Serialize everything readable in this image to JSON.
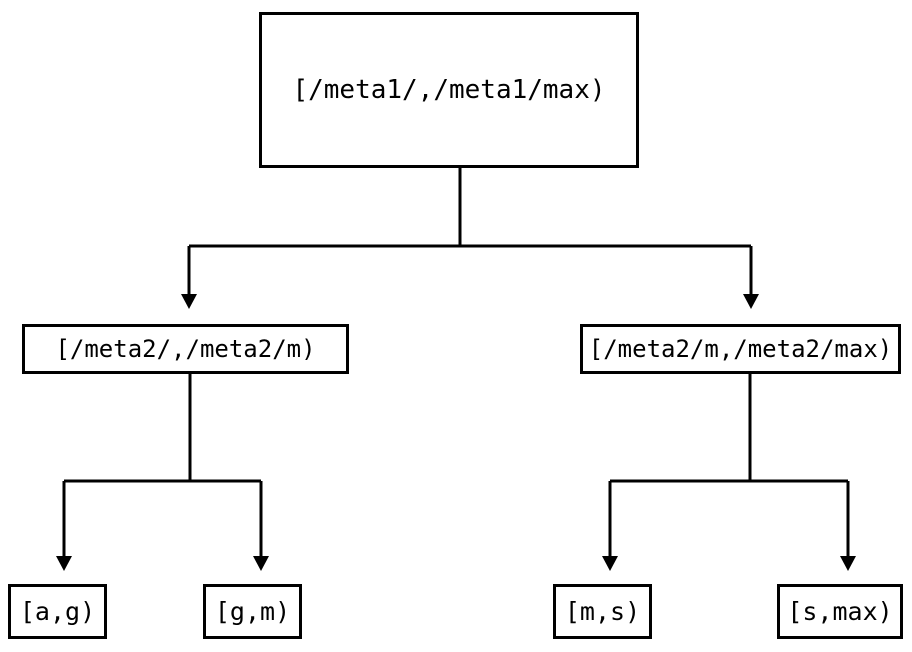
{
  "diagram": {
    "type": "binary-interval-tree",
    "orientation": "top-down",
    "background_color": "#ffffff",
    "line_color": "#000000",
    "text_color": "#000000",
    "nodes": {
      "root": {
        "label": "[/meta1/,/meta1/max)"
      },
      "mid_left": {
        "label": "[/meta2/,/meta2/m)"
      },
      "mid_right": {
        "label": "[/meta2/m,/meta2/max)"
      },
      "leaf_ag": {
        "label": "[a,g)"
      },
      "leaf_gm": {
        "label": "[g,m)"
      },
      "leaf_ms": {
        "label": "[m,s)"
      },
      "leaf_smax": {
        "label": "[s,max)"
      }
    },
    "edges": [
      {
        "from": "root",
        "to": "mid_left",
        "arrow": "down"
      },
      {
        "from": "root",
        "to": "mid_right",
        "arrow": "down"
      },
      {
        "from": "mid_left",
        "to": "leaf_ag",
        "arrow": "down"
      },
      {
        "from": "mid_left",
        "to": "leaf_gm",
        "arrow": "down"
      },
      {
        "from": "mid_right",
        "to": "leaf_ms",
        "arrow": "down"
      },
      {
        "from": "mid_right",
        "to": "leaf_smax",
        "arrow": "down"
      }
    ]
  }
}
